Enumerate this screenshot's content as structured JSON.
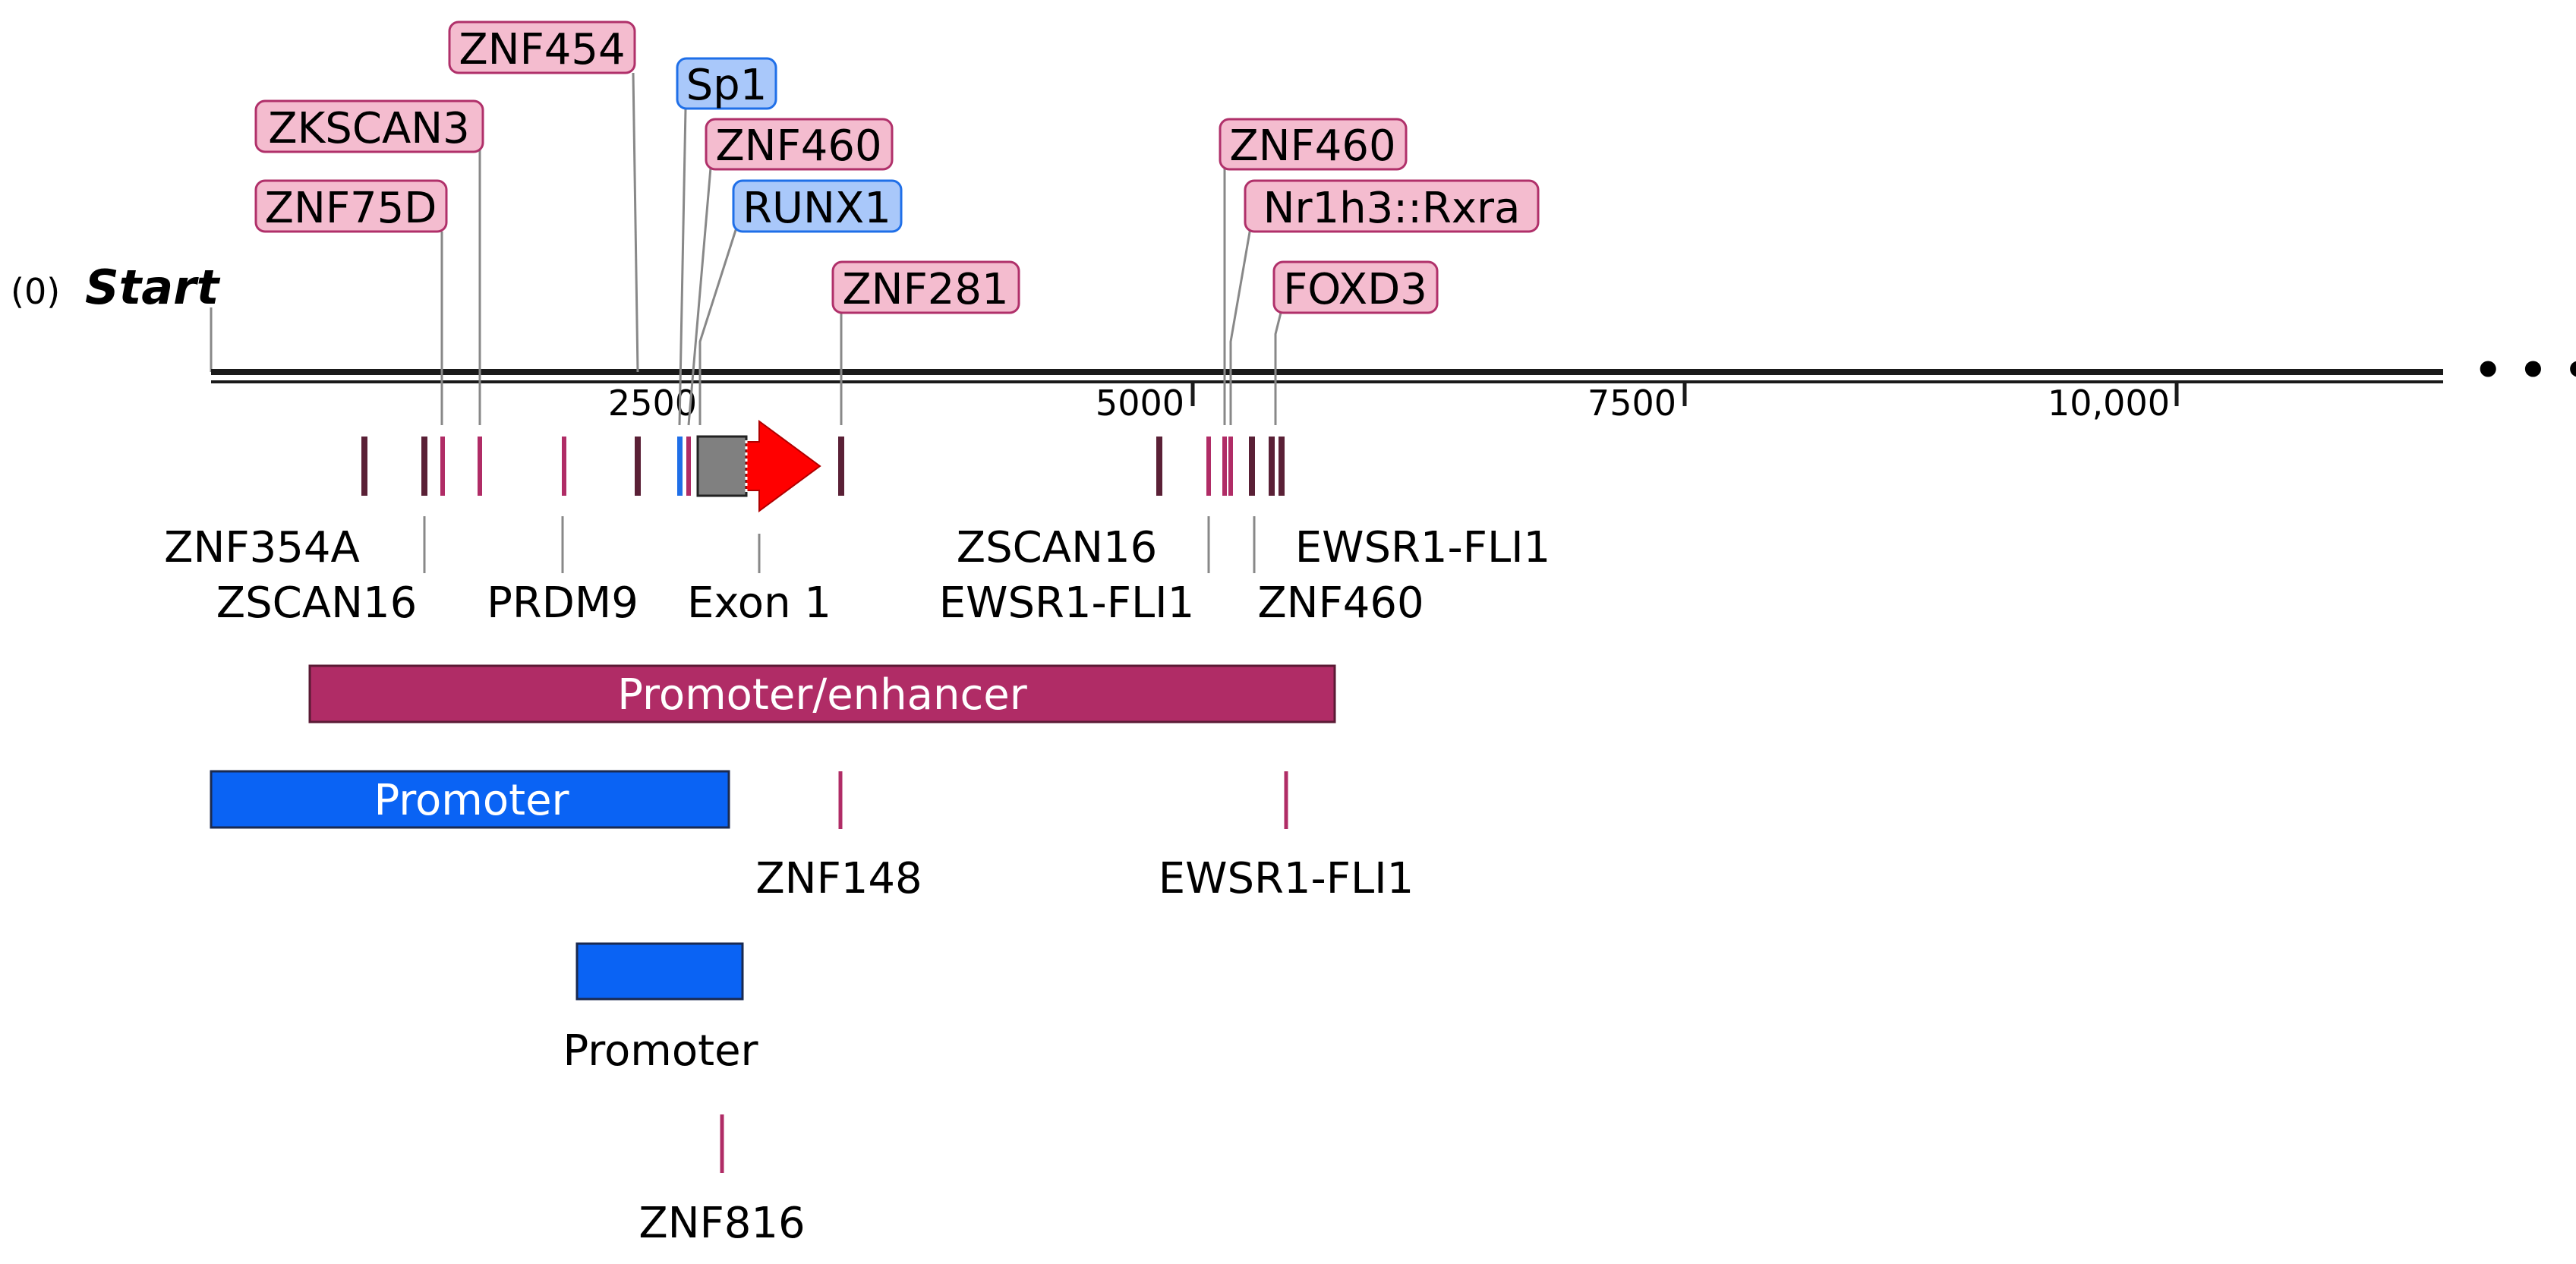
{
  "origin": {
    "index": "(0)",
    "label": "Start",
    "more": "• • •"
  },
  "axis": {
    "ticks": [
      "2500",
      "5000",
      "7500",
      "10,000"
    ]
  },
  "colors": {
    "pink_fill": "#F4BCCF",
    "pink_stroke": "#B0306A",
    "blue_fill": "#A9C8FA",
    "blue_stroke": "#1F6FE8",
    "promoter_enhancer": "#B02C66",
    "promoter": "#0A63F4",
    "exon": "#808080",
    "arrow": "#FF0000",
    "leader": "#888888",
    "axis": "#1A1A1A"
  },
  "top_labels": [
    {
      "text": "ZNF454",
      "style": "pink"
    },
    {
      "text": "ZKSCAN3",
      "style": "pink"
    },
    {
      "text": "ZNF75D",
      "style": "pink"
    },
    {
      "text": "Sp1",
      "style": "blue"
    },
    {
      "text": "ZNF460",
      "style": "pink"
    },
    {
      "text": "RUNX1",
      "style": "blue"
    },
    {
      "text": "ZNF281",
      "style": "pink"
    },
    {
      "text": "ZNF460",
      "style": "pink"
    },
    {
      "text": "Nr1h3::Rxra",
      "style": "pink"
    },
    {
      "text": "FOXD3",
      "style": "pink"
    }
  ],
  "bottom_labels": [
    "ZNF354A",
    "ZSCAN16",
    "PRDM9",
    "Exon 1",
    "ZSCAN16",
    "EWSR1-FLI1",
    "EWSR1-FLI1",
    "ZNF460"
  ],
  "regions": {
    "promoter_enhancer": "Promoter/enhancer",
    "promoter_1": "Promoter",
    "promoter_2": "Promoter"
  },
  "lower_sites": [
    "ZNF148",
    "EWSR1-FLI1",
    "ZNF816"
  ]
}
